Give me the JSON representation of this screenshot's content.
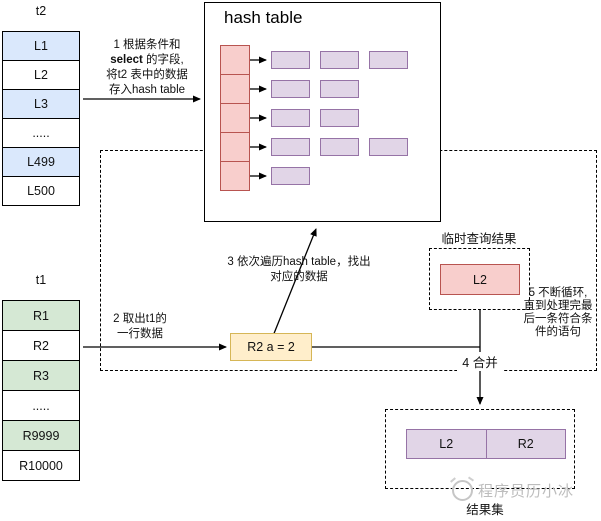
{
  "tables": {
    "t2": {
      "title": "t2",
      "rows": [
        {
          "label": "L1"
        },
        {
          "label": "L2"
        },
        {
          "label": "L3"
        },
        {
          "label": "....."
        },
        {
          "label": "L499"
        },
        {
          "label": "L500"
        }
      ]
    },
    "t1": {
      "title": "t1",
      "rows": [
        {
          "label": "R1"
        },
        {
          "label": "R2"
        },
        {
          "label": "R3"
        },
        {
          "label": "....."
        },
        {
          "label": "R9999"
        },
        {
          "label": "R10000"
        }
      ]
    }
  },
  "hash_table": {
    "title": "hash table",
    "bucket_count": 5,
    "chain_lengths": [
      3,
      2,
      2,
      3,
      1
    ]
  },
  "steps": {
    "step1": {
      "line1": "1 根据条件和",
      "line2_bold": "select",
      "line2_rest": " 的字段,",
      "line3": "将t2 表中的数据",
      "line4": "存入hash table"
    },
    "step2": {
      "line1": "2 取出t1的",
      "line2": "一行数据"
    },
    "step3": {
      "line1": "3 依次遍历hash table，找出",
      "line2": "对应的数据"
    },
    "step4": {
      "label": "4 合并"
    },
    "step5": {
      "line1": "5 不断循环,",
      "line2": "直到处理完最",
      "line3": "后一条符合条",
      "line4": "件的语句"
    }
  },
  "probe_box": {
    "label": "R2 a = 2"
  },
  "temp_result": {
    "title": "临时查询结果",
    "item_label": "L2"
  },
  "result_set": {
    "label": "结果集",
    "cell_left": "L2",
    "cell_right": "R2"
  },
  "watermark": {
    "text": "程序员历小冰"
  },
  "colors": {
    "t2_row_fill": "#dae8fc",
    "t1_row_fill": "#d5e8d4",
    "red_fill": "#f8cecc",
    "red_border": "#b85450",
    "purple_fill": "#e1d5e7",
    "purple_border": "#9673a6",
    "yellow_fill": "#ffeecb",
    "yellow_border": "#d6b656"
  }
}
